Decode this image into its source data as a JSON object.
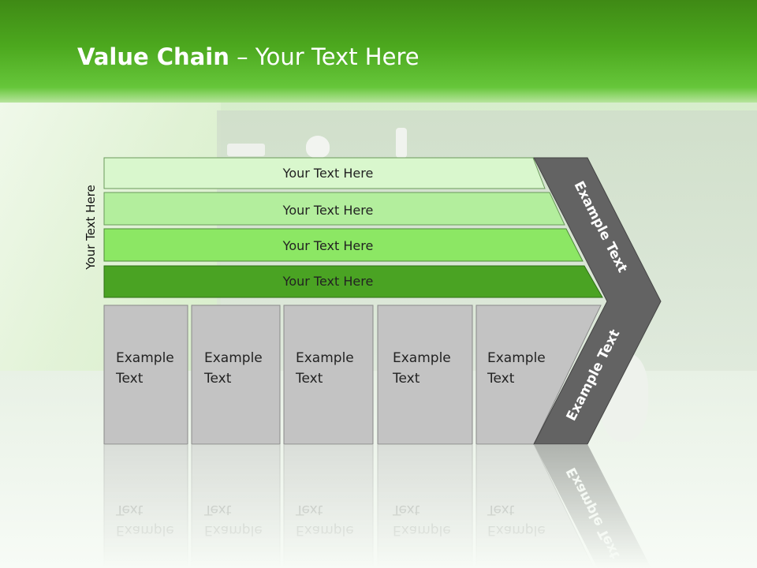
{
  "slide": {
    "title_bold": "Value Chain",
    "title_rest": " – Your Text Here",
    "side_label": "Your Text Here"
  },
  "bars": [
    {
      "label": "Your Text Here",
      "color": "#d9f7cd"
    },
    {
      "label": "Your Text Here",
      "color": "#b3ee9d"
    },
    {
      "label": "Your Text Here",
      "color": "#8ce764"
    },
    {
      "label": "Your Text Here",
      "color": "#4aa323"
    }
  ],
  "boxes": [
    {
      "line1": "Example",
      "line2": "Text"
    },
    {
      "line1": "Example",
      "line2": "Text"
    },
    {
      "line1": "Example",
      "line2": "Text"
    },
    {
      "line1": "Example",
      "line2": "Text"
    },
    {
      "line1": "Example",
      "line2": "Text"
    }
  ],
  "chevron": {
    "upper_label": "Example Text",
    "lower_label": "Example Text",
    "color": "#636363"
  },
  "colors": {
    "header_green": "#4ca81e",
    "box_gray": "#c3c3c3"
  }
}
